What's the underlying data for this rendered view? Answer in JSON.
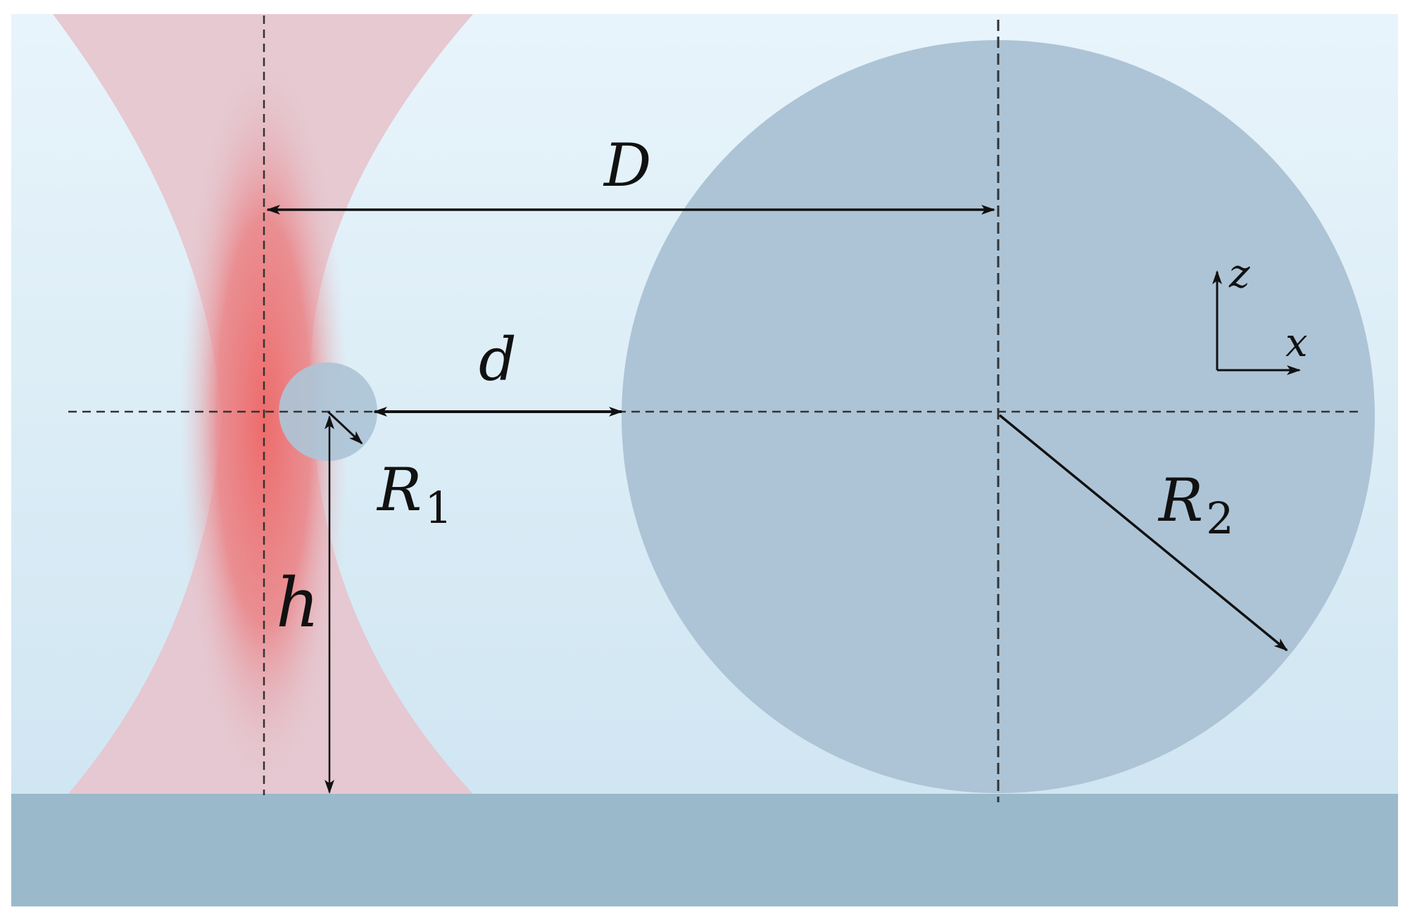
{
  "labels": {
    "D": "D",
    "d": "d",
    "R1_main": "R",
    "R1_sub": "1",
    "R2_main": "R",
    "R2_sub": "2",
    "h": "h",
    "axis_z": "z",
    "axis_x": "x"
  },
  "colors": {
    "medium_top": "#e8f4fb",
    "medium_bottom": "#d0e6f2",
    "substrate": "#9ab9ca",
    "beam_edge": "#e6c6cf",
    "beam_core": "#ee6b6b",
    "particle": "#adc4d6",
    "line": "#111111",
    "dash": "#333333"
  }
}
